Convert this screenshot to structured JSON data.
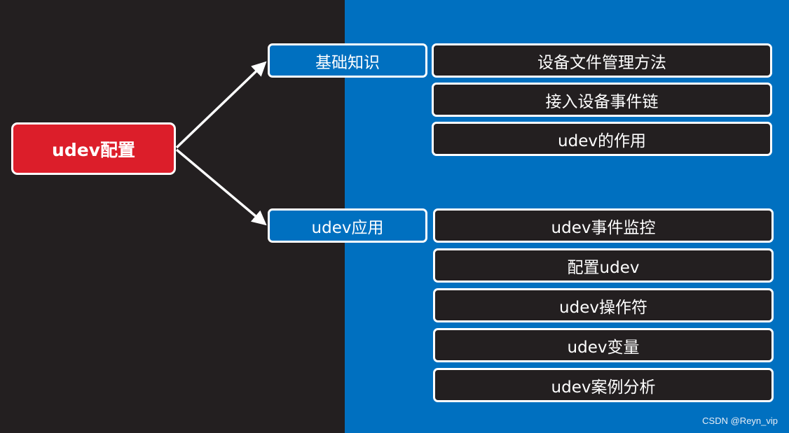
{
  "colors": {
    "left_background": "#231f20",
    "right_background": "#0070c0",
    "root_fill": "#dc1e2a",
    "category_fill": "#0070c0",
    "leaf_fill": "#231f20",
    "stroke": "#ffffff"
  },
  "root": {
    "label": "udev配置"
  },
  "categories": [
    {
      "label": "基础知识",
      "items": [
        "设备文件管理方法",
        "接入设备事件链",
        "udev的作用"
      ]
    },
    {
      "label": "udev应用",
      "items": [
        "udev事件监控",
        "配置udev",
        "udev操作符",
        "udev变量",
        "udev案例分析"
      ]
    }
  ],
  "watermark": "CSDN @Reyn_vip"
}
